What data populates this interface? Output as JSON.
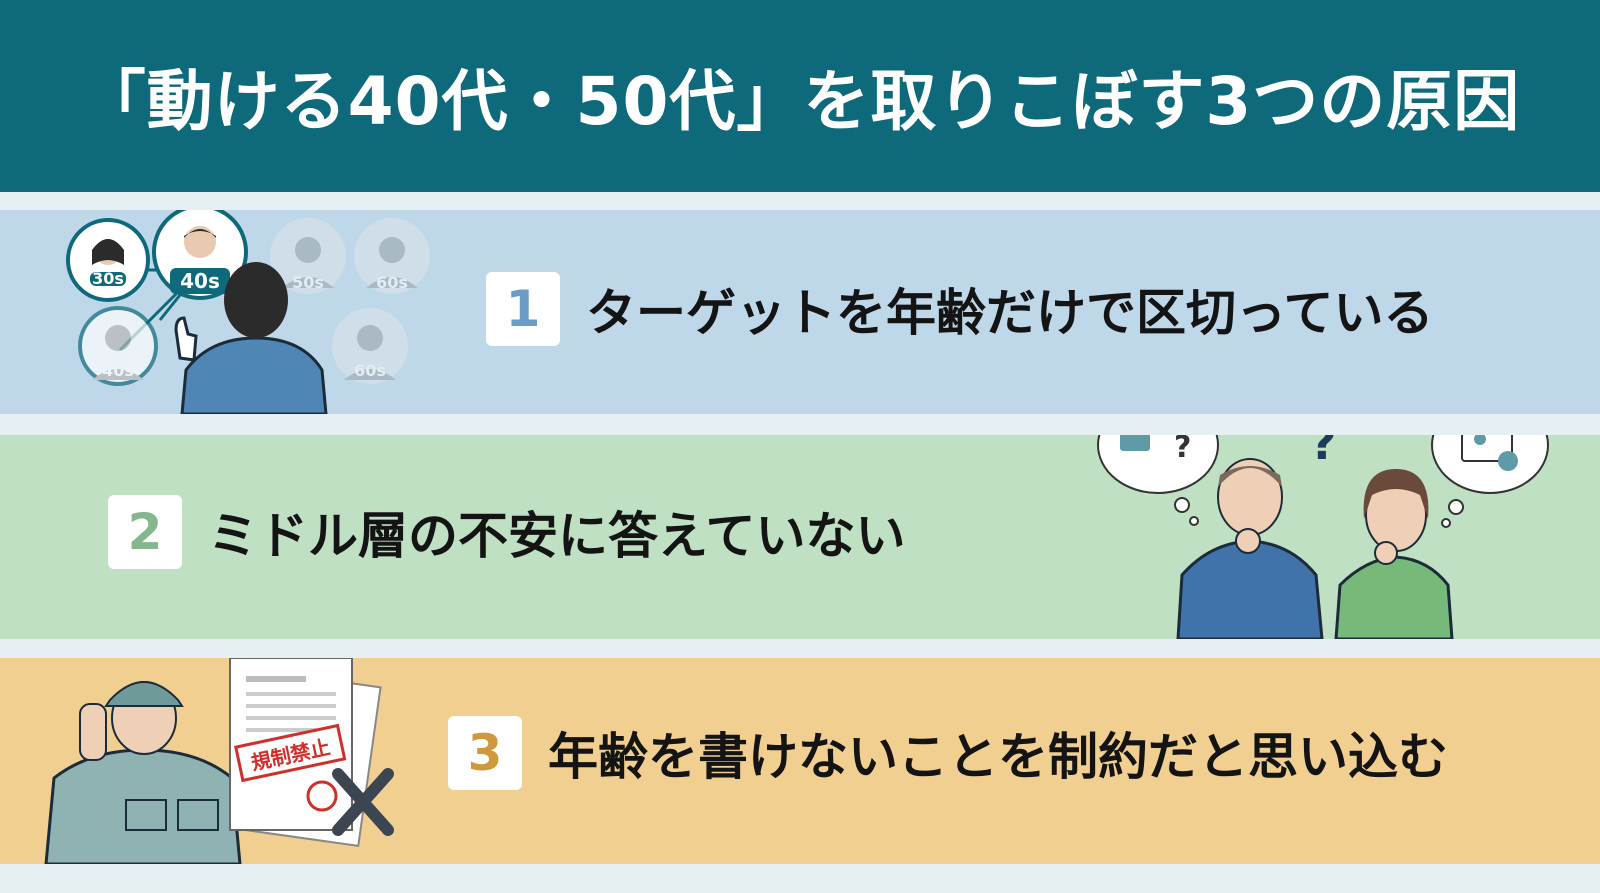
{
  "title": "「動ける40代・50代」を取りこぼす3つの原因",
  "items": [
    {
      "number": "1",
      "text": "ターゲットを年齢だけで区切っている"
    },
    {
      "number": "2",
      "text": "ミドル層の不安に答えていない"
    },
    {
      "number": "3",
      "text": "年齢を書けないことを制約だと思い込む"
    }
  ],
  "illustration1": {
    "age_tags": [
      "30s",
      "40s",
      "50s",
      "60s",
      "40s",
      "60s"
    ]
  },
  "illustration2": {
    "question_mark": "?"
  },
  "illustration3": {
    "stamp_text": "規制禁止"
  },
  "colors": {
    "header": "#0e6a7b",
    "band1": "#bed8ea",
    "band2": "#bfe0c3",
    "band3": "#f1cf90"
  }
}
